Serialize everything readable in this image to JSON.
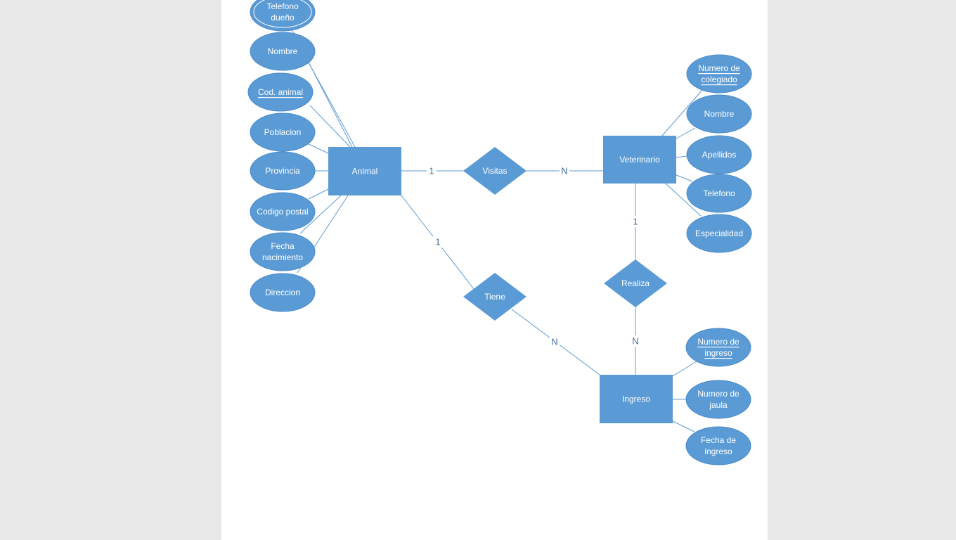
{
  "diagram": {
    "colors": {
      "shape": "#5b9bd5",
      "line": "#5b9bd5",
      "text": "#ffffff",
      "cardinality": "#3f6fa6",
      "page": "#ffffff",
      "background": "#e9e9e9"
    },
    "entities": [
      {
        "id": "animal",
        "label": "Animal"
      },
      {
        "id": "veterinario",
        "label": "Veterinario"
      },
      {
        "id": "ingreso",
        "label": "Ingreso"
      }
    ],
    "relationships": [
      {
        "id": "visitas",
        "label": "Visitas"
      },
      {
        "id": "tiene",
        "label": "Tiene"
      },
      {
        "id": "realiza",
        "label": "Realiza"
      }
    ],
    "attributes": [
      {
        "id": "telefono-dueno",
        "entity": "animal",
        "lines": [
          "Telefono",
          "dueño"
        ],
        "key": false,
        "multivalued": true
      },
      {
        "id": "nombre-animal",
        "entity": "animal",
        "lines": [
          "Nombre"
        ],
        "key": false,
        "multivalued": false
      },
      {
        "id": "cod-animal",
        "entity": "animal",
        "lines": [
          "Cod. animal"
        ],
        "key": true,
        "multivalued": false
      },
      {
        "id": "poblacion",
        "entity": "animal",
        "lines": [
          "Poblacion"
        ],
        "key": false,
        "multivalued": false
      },
      {
        "id": "provincia",
        "entity": "animal",
        "lines": [
          "Provincia"
        ],
        "key": false,
        "multivalued": false
      },
      {
        "id": "codigo-postal",
        "entity": "animal",
        "lines": [
          "Codigo postal"
        ],
        "key": false,
        "multivalued": false
      },
      {
        "id": "fecha-nacimiento",
        "entity": "animal",
        "lines": [
          "Fecha",
          "nacimiento"
        ],
        "key": false,
        "multivalued": false
      },
      {
        "id": "direccion",
        "entity": "animal",
        "lines": [
          "Direccion"
        ],
        "key": false,
        "multivalued": false
      },
      {
        "id": "numero-colegiado",
        "entity": "veterinario",
        "lines": [
          "Numero de",
          "colegiado"
        ],
        "key": true,
        "multivalued": false
      },
      {
        "id": "nombre-vet",
        "entity": "veterinario",
        "lines": [
          "Nombre"
        ],
        "key": false,
        "multivalued": false
      },
      {
        "id": "apellidos",
        "entity": "veterinario",
        "lines": [
          "Apellidos"
        ],
        "key": false,
        "multivalued": false
      },
      {
        "id": "telefono-vet",
        "entity": "veterinario",
        "lines": [
          "Telefono"
        ],
        "key": false,
        "multivalued": false
      },
      {
        "id": "especialidad",
        "entity": "veterinario",
        "lines": [
          "Especialidad"
        ],
        "key": false,
        "multivalued": false
      },
      {
        "id": "numero-ingreso",
        "entity": "ingreso",
        "lines": [
          "Numero de",
          "ingreso"
        ],
        "key": true,
        "multivalued": false
      },
      {
        "id": "numero-jaula",
        "entity": "ingreso",
        "lines": [
          "Numero de",
          "jaula"
        ],
        "key": false,
        "multivalued": false
      },
      {
        "id": "fecha-ingreso",
        "entity": "ingreso",
        "lines": [
          "Fecha de",
          "ingreso"
        ],
        "key": false,
        "multivalued": false
      }
    ],
    "connections": [
      {
        "id": "animal-visitas",
        "from": "animal",
        "to": "visitas",
        "cardinality": "1"
      },
      {
        "id": "visitas-veterinario",
        "from": "visitas",
        "to": "veterinario",
        "cardinality": "N"
      },
      {
        "id": "animal-tiene",
        "from": "animal",
        "to": "tiene",
        "cardinality": "1"
      },
      {
        "id": "tiene-ingreso",
        "from": "tiene",
        "to": "ingreso",
        "cardinality": "N"
      },
      {
        "id": "veterinario-realiza",
        "from": "veterinario",
        "to": "realiza",
        "cardinality": "1"
      },
      {
        "id": "realiza-ingreso",
        "from": "realiza",
        "to": "ingreso",
        "cardinality": "N"
      }
    ]
  }
}
